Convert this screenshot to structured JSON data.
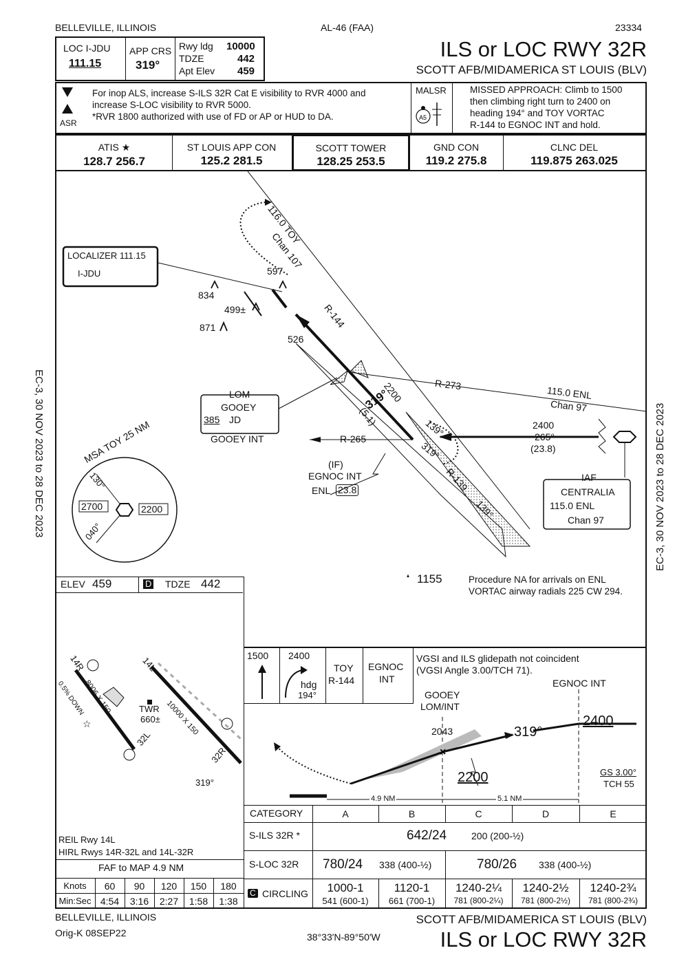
{
  "header": {
    "city": "BELLEVILLE, ILLINOIS",
    "chart_id": "AL-46 (FAA)",
    "number": "23334",
    "title": "ILS or LOC RWY 32R",
    "airport": "SCOTT AFB/MIDAMERICA ST LOUIS (BLV)",
    "loc_label": "LOC  I-JDU",
    "loc_freq": "111.15",
    "app_crs_label": "APP CRS",
    "app_crs": "319°",
    "rwy_ldg_label": "Rwy ldg",
    "rwy_ldg": "10000",
    "tdze_label": "TDZE",
    "tdze": "442",
    "apt_elev_label": "Apt Elev",
    "apt_elev": "459"
  },
  "notes": {
    "line1": "For inop ALS, increase S-ILS 32R Cat E visibility to RVR 4000 and",
    "line2": "increase S-LOC visibility to RVR 5000.",
    "line3": "*RVR 1800 authorized with use of FD or AP or HUD to DA.",
    "asr": "ASR",
    "malsr": "MALSR",
    "missed1": "MISSED APPROACH: Climb to 1500",
    "missed2": "then climbing right turn to 2400 on",
    "missed3": "heading 194° and TOY VORTAC",
    "missed4": "R-144 to EGNOC INT and hold."
  },
  "comms": [
    {
      "name": "ATIS ★",
      "freq": "128.7  256.7"
    },
    {
      "name": "ST LOUIS APP CON",
      "freq": "125.2  281.5"
    },
    {
      "name": "SCOTT TOWER",
      "freq": "128.25  253.5"
    },
    {
      "name": "GND CON",
      "freq": "119.2  275.8"
    },
    {
      "name": "CLNC DEL",
      "freq": "119.875  263.025"
    }
  ],
  "plan": {
    "vortac_toy": "116.0 TOY",
    "chan107": "Chan 107",
    "r144": "R-144",
    "localizer_label": "LOCALIZER 111.15",
    "ijdu": "I-JDU",
    "obs834": "834",
    "obs597": "597",
    "obs499": "499±",
    "obs871": "871",
    "obs526": "526",
    "r273": "R-273",
    "enl_freq": "115.0 ENL",
    "chan97": "Chan 97",
    "ilscrs": "319°",
    "dist51": "(5.1)",
    "alt2200": "2200",
    "lom": "LOM",
    "gooey": "GOOEY",
    "ndb": "385",
    "jd": "JD",
    "gooey_int": "GOOEY  INT",
    "r265": "R-265",
    "c139": "139°",
    "c319b": "319°",
    "r139": "R-139",
    "c139b": "139°",
    "arr2400": "2400",
    "arr265": "265°",
    "arr238": "(23.8)",
    "if": "(IF)",
    "egnoc": "EGNOC INT",
    "enl": "ENL",
    "d238": "23.8",
    "iaf": "IAF",
    "centralia": "CENTRALIA",
    "cen_freq": "115.0  ENL",
    "cen_chan": "Chan 97",
    "msa": "MSA TOY 25 NM",
    "msa130": "130°",
    "msa040": "040°",
    "msa2700": "2700",
    "msa2200": "2200",
    "obs1155": "1155",
    "na1": "Procedure NA for arrivals on ENL",
    "na2": "VORTAC airway radials 225 CW 294.",
    "ec3": "EC-3,  30 NOV 2023  to  28 DEC 2023"
  },
  "airport": {
    "elev_label": "ELEV",
    "elev": "459",
    "d": "D",
    "tdze_label": "TDZE",
    "tdze": "442",
    "r14r": "14R",
    "r14l": "14L",
    "r32l": "32L",
    "r32r": "32R",
    "rw1": "10000 X 150",
    "rw2": "8006 X 150",
    "grad": "0.5% DOWN",
    "twr": "TWR",
    "twr_h": "660±",
    "hdg": "319°",
    "reil": "REIL Rwy 14L",
    "hirl": "HIRL Rwys 14R-32L and 14L-32R",
    "faf_map": "FAF to MAP  4.9 NM",
    "knots_label": "Knots",
    "knots": [
      "60",
      "90",
      "120",
      "150",
      "180"
    ],
    "minsec_label": "Min:Sec",
    "times": [
      "4:54",
      "3:16",
      "2:27",
      "1:58",
      "1:38"
    ]
  },
  "profile": {
    "m1500": "1500",
    "m2400": "2400",
    "hdg": "hdg",
    "hdg194": "194°",
    "toy": "TOY",
    "r144": "R-144",
    "egnoc": "EGNOC",
    "int": "INT",
    "vgsi1": "VGSI and ILS glidepath not coincident",
    "vgsi2": "(VGSI Angle 3.00/TCH 71).",
    "egnoc_int": "EGNOC INT",
    "gooey": "GOOEY",
    "lomint": "LOM/INT",
    "gs2043": "2043",
    "crs": "319°",
    "alt2400": "2400",
    "alt2200": "2200",
    "gs": "GS 3.00°",
    "tch": "TCH 55",
    "d49": "4.9 NM",
    "d51": "5.1 NM"
  },
  "minimums": {
    "category_label": "CATEGORY",
    "cats": [
      "A",
      "B",
      "C",
      "D",
      "E"
    ],
    "sils_label": "S-ILS 32R *",
    "sils_val": "642/24",
    "sils_sub": "200 (200-½)",
    "sloc_label": "S-LOC 32R",
    "sloc_ab": "780/24",
    "sloc_ab_sub": "338 (400-½)",
    "sloc_cde": "780/26",
    "sloc_cde_sub": "338 (400-½)",
    "c_icon": "C",
    "circling_label": "CIRCLING",
    "circ": [
      {
        "top": "1000-1",
        "bot": "541 (600-1)"
      },
      {
        "top": "1120-1",
        "bot": "661 (700-1)"
      },
      {
        "top": "1240-2¼",
        "bot": "781 (800-2¼)"
      },
      {
        "top": "1240-2½",
        "bot": "781 (800-2½)"
      },
      {
        "top": "1240-2¾",
        "bot": "781 (800-2¾)"
      }
    ]
  },
  "footer": {
    "city": "BELLEVILLE, ILLINOIS",
    "orig": "Orig-K  08SEP22",
    "coords": "38°33′N-89°50′W",
    "airport": "SCOTT AFB/MIDAMERICA ST LOUIS (BLV)",
    "title": "ILS or LOC RWY 32R"
  }
}
